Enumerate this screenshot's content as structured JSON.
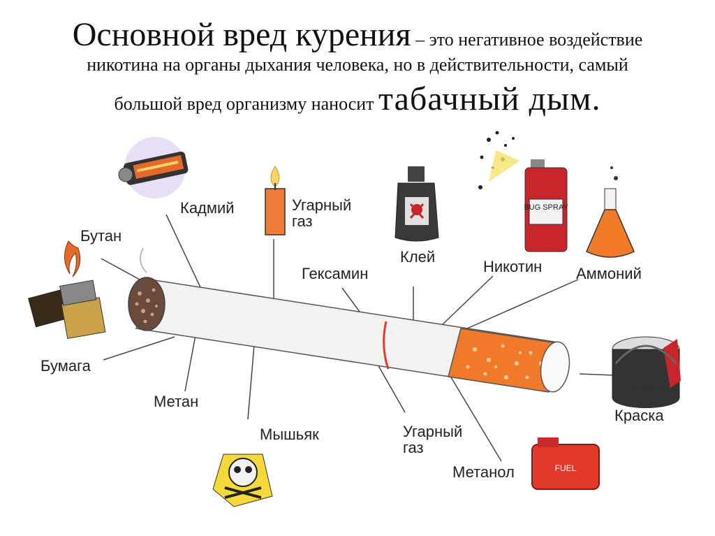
{
  "title": {
    "main": "Основной вред курения",
    "rest_line1": " – это негативное воздействие",
    "line2": "никотина на органы дыхания человека, но в действительности, самый",
    "line3_small": "большой вред организму наносит ",
    "line3_big": "табачный дым."
  },
  "labels": {
    "kadmiy": "Кадмий",
    "ugarny_gaz_top_1": "Угарный",
    "ugarny_gaz_top_2": "газ",
    "butan": "Бутан",
    "kley": "Клей",
    "geksamin": "Гексамин",
    "nikotin": "Никотин",
    "ammoniy": "Аммоний",
    "bumaga": "Бумага",
    "metan": "Метан",
    "myshyak": "Мышьяк",
    "ugarny_gaz_bottom_1": "Угарный",
    "ugarny_gaz_bottom_2": "газ",
    "metanol": "Метанол",
    "kraska": "Краска"
  },
  "item_texts": {
    "spray_can": "BUG SPRAY",
    "fuel_can": "FUEL"
  },
  "colors": {
    "filter_orange": "#f07a2a",
    "cigarette_paper": "#f2f2f2",
    "red_band": "#e23b2a",
    "spray_red": "#c8262a",
    "flask_liquid": "#f27b2a"
  }
}
